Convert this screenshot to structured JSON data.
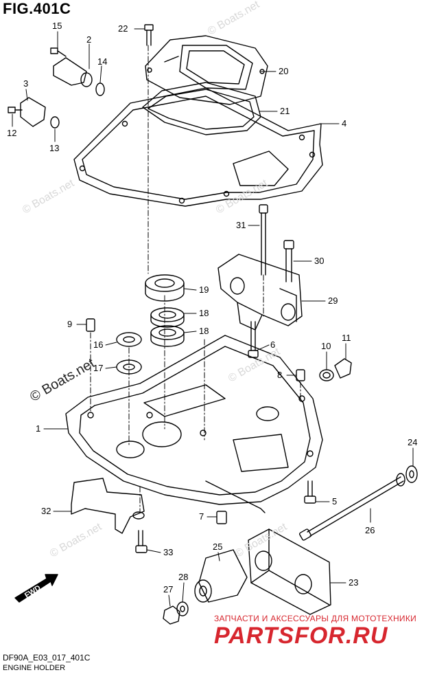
{
  "figure_title": "FIG.401C",
  "footer": {
    "code": "DF90A_E03_017_401C",
    "name": "ENGINE HOLDER"
  },
  "promo": {
    "line": "ЗАПЧАСТИ И АКСЕССУАРЫ ДЛЯ МОТОТЕХНИКИ",
    "brand": "PARTSFOR.RU"
  },
  "watermark": "© Boats.net",
  "fwd_label": "FWD",
  "colors": {
    "line": "#000000",
    "brand_red": "#d7262e",
    "watermark": "#d8d8d8"
  },
  "callouts": [
    {
      "label": "22"
    },
    {
      "label": "15"
    },
    {
      "label": "2"
    },
    {
      "label": "14"
    },
    {
      "label": "3"
    },
    {
      "label": "12"
    },
    {
      "label": "13"
    },
    {
      "label": "20"
    },
    {
      "label": "21"
    },
    {
      "label": "4"
    },
    {
      "label": "31"
    },
    {
      "label": "30"
    },
    {
      "label": "19"
    },
    {
      "label": "29"
    },
    {
      "label": "18"
    },
    {
      "label": "18"
    },
    {
      "label": "9"
    },
    {
      "label": "16"
    },
    {
      "label": "17"
    },
    {
      "label": "6"
    },
    {
      "label": "10"
    },
    {
      "label": "11"
    },
    {
      "label": "8"
    },
    {
      "label": "1"
    },
    {
      "label": "24"
    },
    {
      "label": "5"
    },
    {
      "label": "32"
    },
    {
      "label": "7"
    },
    {
      "label": "26"
    },
    {
      "label": "33"
    },
    {
      "label": "25"
    },
    {
      "label": "23"
    },
    {
      "label": "28"
    },
    {
      "label": "27"
    }
  ]
}
